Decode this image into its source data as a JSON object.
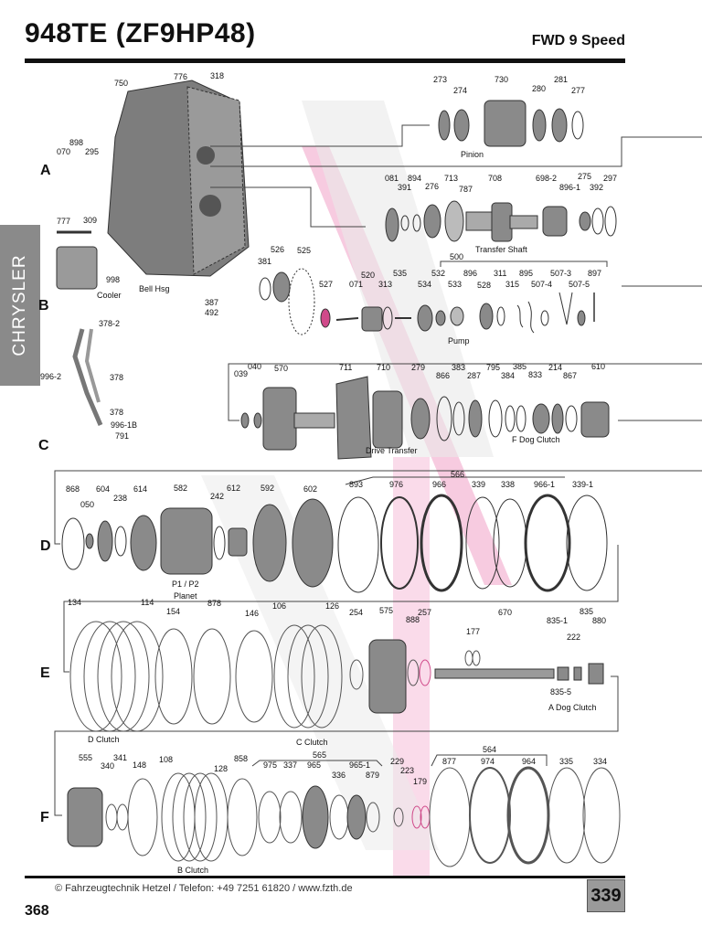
{
  "header": {
    "title": "948TE (ZF9HP48)",
    "subtitle": "FWD 9 Speed"
  },
  "side_tab": {
    "label": "CHRYSLER"
  },
  "sections": [
    "A",
    "B",
    "C",
    "D",
    "E",
    "F"
  ],
  "part_numbers": {
    "n750": "750",
    "n776": "776",
    "n318": "318",
    "n898": "898",
    "n070": "070",
    "n295": "295",
    "n777": "777",
    "n309": "309",
    "n998": "998",
    "n387": "387",
    "n492": "492",
    "n378_2": "378-2",
    "n996_2": "996-2",
    "n378a": "378",
    "n378b": "378",
    "n996_1B": "996-1B",
    "n791": "791",
    "n273": "273",
    "n274": "274",
    "n730": "730",
    "n280": "280",
    "n281": "281",
    "n277": "277",
    "n081": "081",
    "n894": "894",
    "n391": "391",
    "n276": "276",
    "n713": "713",
    "n787": "787",
    "n708": "708",
    "n698_2": "698-2",
    "n275": "275",
    "n896_1": "896-1",
    "n392": "392",
    "n297": "297",
    "n500": "500",
    "n526": "526",
    "n525": "525",
    "n381": "381",
    "n520": "520",
    "n535": "535",
    "n532": "532",
    "n896": "896",
    "n311": "311",
    "n895": "895",
    "n507_3": "507-3",
    "n897": "897",
    "n527": "527",
    "n071": "071",
    "n313": "313",
    "n534": "534",
    "n533": "533",
    "n528": "528",
    "n315": "315",
    "n507_4": "507-4",
    "n507_5": "507-5",
    "n039": "039",
    "n040": "040",
    "n570": "570",
    "n711": "711",
    "n710": "710",
    "n279": "279",
    "n866": "866",
    "n383": "383",
    "n287": "287",
    "n795": "795",
    "n385": "385",
    "n384": "384",
    "n833": "833",
    "n214": "214",
    "n867": "867",
    "n610": "610",
    "n566": "566",
    "n868": "868",
    "n604": "604",
    "n050": "050",
    "n238": "238",
    "n614": "614",
    "n582": "582",
    "n242": "242",
    "n612": "612",
    "n592": "592",
    "n602": "602",
    "n893": "893",
    "n976": "976",
    "n966": "966",
    "n339": "339",
    "n338": "338",
    "n966_1": "966-1",
    "n339_1": "339-1",
    "n134": "134",
    "n114": "114",
    "n154": "154",
    "n878": "878",
    "n146": "146",
    "n106": "106",
    "n126": "126",
    "n254": "254",
    "n575": "575",
    "n257": "257",
    "n888": "888",
    "n177": "177",
    "n670": "670",
    "n835_1": "835-1",
    "n835": "835",
    "n222": "222",
    "n880": "880",
    "n835_5": "835-5",
    "n564": "564",
    "n555": "555",
    "n340": "340",
    "n341": "341",
    "n148": "148",
    "n108": "108",
    "n128": "128",
    "n858": "858",
    "n975": "975",
    "n337": "337",
    "n565": "565",
    "n965": "965",
    "n336": "336",
    "n965_1": "965-1",
    "n879": "879",
    "n229": "229",
    "n223": "223",
    "n179": "179",
    "n877": "877",
    "n974": "974",
    "n964": "964",
    "n335": "335",
    "n334": "334"
  },
  "captions": {
    "pinion": "Pinion",
    "transfer_shaft": "Transfer Shaft",
    "cooler": "Cooler",
    "bell_hsg": "Bell Hsg",
    "pump": "Pump",
    "drive_transfer": "Drive Transfer",
    "f_dog_clutch": "F Dog Clutch",
    "p1p2": "P1 / P2",
    "planet": "Planet",
    "d_clutch": "D Clutch",
    "c_clutch": "C Clutch",
    "a_dog_clutch": "A Dog Clutch",
    "b_clutch": "B Clutch"
  },
  "footer": {
    "text": "© Fahrzeugtechnik Hetzel / Telefon: +49 7251 61820 / www.fzth.de",
    "page_box": "339",
    "page_number": "368"
  }
}
